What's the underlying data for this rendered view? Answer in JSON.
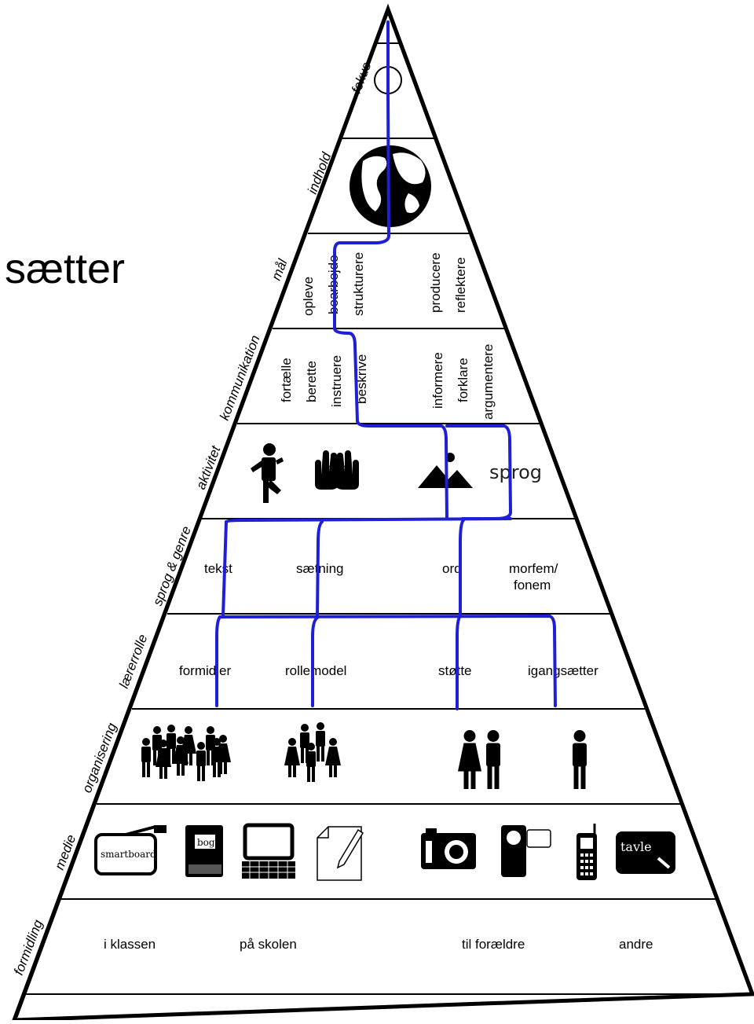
{
  "floating_word": "sætter",
  "sections": {
    "fokus": {
      "label": "fokus"
    },
    "indhold": {
      "label": "indhold"
    },
    "maal": {
      "label": "mål",
      "items": [
        "opleve",
        "bearbejde",
        "strukturere",
        "producere",
        "reflektere"
      ]
    },
    "kommunikation": {
      "label": "kommunikation",
      "items": [
        "fortælle",
        "berette",
        "instruere",
        "beskrive",
        "informere",
        "forklare",
        "argumentere"
      ]
    },
    "aktivitet": {
      "label": "aktivitet",
      "items": [
        "sprog"
      ]
    },
    "sprog_genre": {
      "label": "sprog & genre",
      "items": [
        "tekst",
        "sætning",
        "ord",
        "morfem/",
        "fonem"
      ]
    },
    "laererrolle": {
      "label": "lærerrolle",
      "items": [
        "formidler",
        "rollemodel",
        "støtte",
        "igangsætter"
      ]
    },
    "organisering": {
      "label": "organisering"
    },
    "medie": {
      "label": "medie",
      "items": [
        "smartboard",
        "bog",
        "tavle"
      ]
    },
    "formidling": {
      "label": "formidling",
      "items": [
        "i klassen",
        "på skolen",
        "til forældre",
        "andre"
      ]
    }
  },
  "colors": {
    "path": "#1f1fd6",
    "ink": "#000000"
  },
  "icons": [
    "target-circle-icon",
    "globe-icon",
    "person-gesture-icon",
    "hands-icon",
    "mountain-icon",
    "crowd-icon",
    "group-icon",
    "couple-icon",
    "person-icon",
    "smartboard-icon",
    "book-icon",
    "computer-icon",
    "paper-pencil-icon",
    "camera-icon",
    "video-camera-icon",
    "phone-icon",
    "chalkboard-icon"
  ]
}
